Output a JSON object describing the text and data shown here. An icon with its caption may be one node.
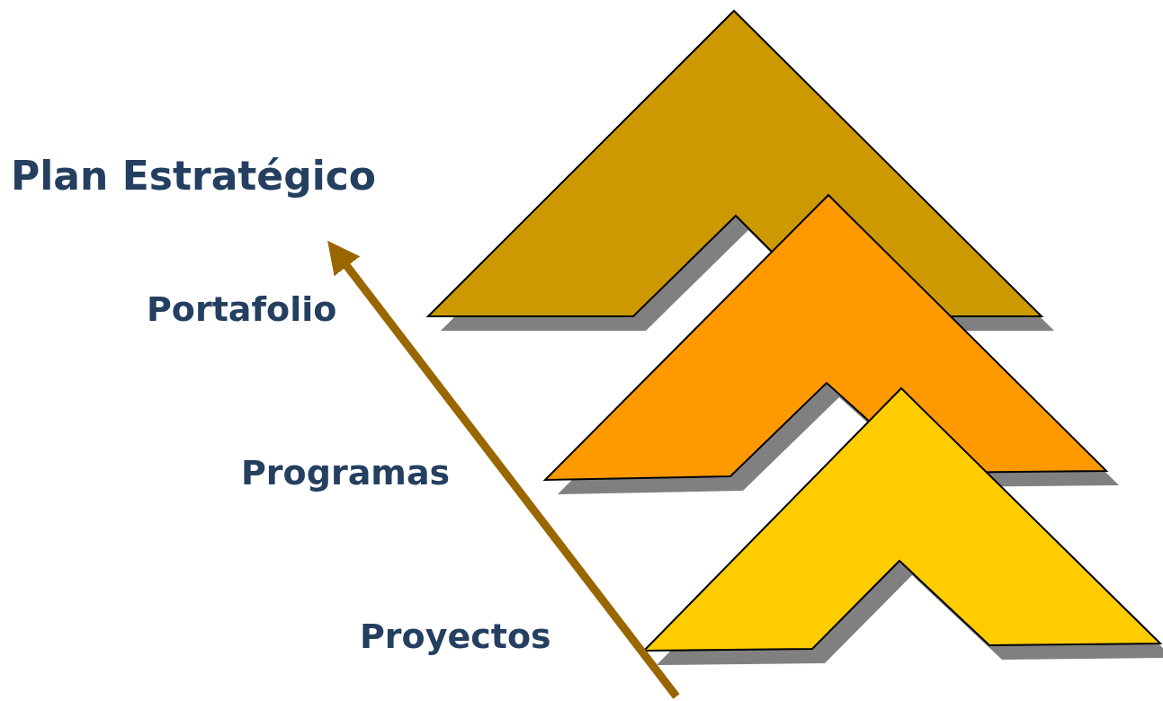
{
  "diagram": {
    "labels": [
      "Plan Estratégico",
      "Portafolio",
      "Programas",
      "Proyectos"
    ]
  }
}
